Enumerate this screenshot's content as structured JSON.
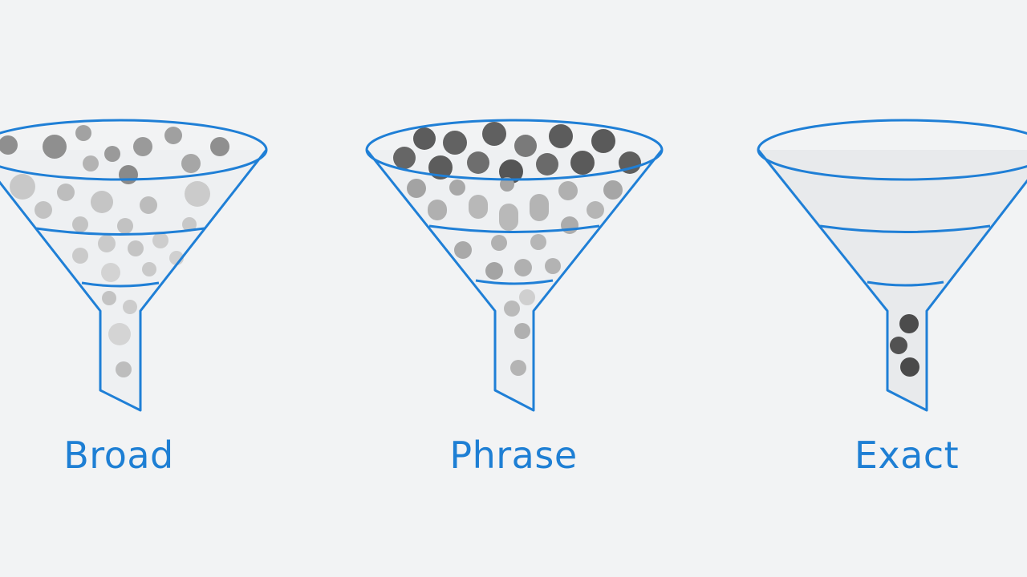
{
  "colors": {
    "background": "#f2f3f4",
    "outline": "#1f7fd6",
    "label": "#1e7fd4",
    "particle_light": "#c2c2c2",
    "particle_mid": "#a0a0a0",
    "particle_dark": "#5c5c5c"
  },
  "funnels": [
    {
      "label": "Broad",
      "particles": "many light and medium gray circles pass through every level down to the spout"
    },
    {
      "label": "Phrase",
      "particles": "dark circles at the top, lighter circles filtered through the middle and spout"
    },
    {
      "label": "Exact",
      "particles": "empty funnel with only three dark circles in the spout"
    }
  ]
}
